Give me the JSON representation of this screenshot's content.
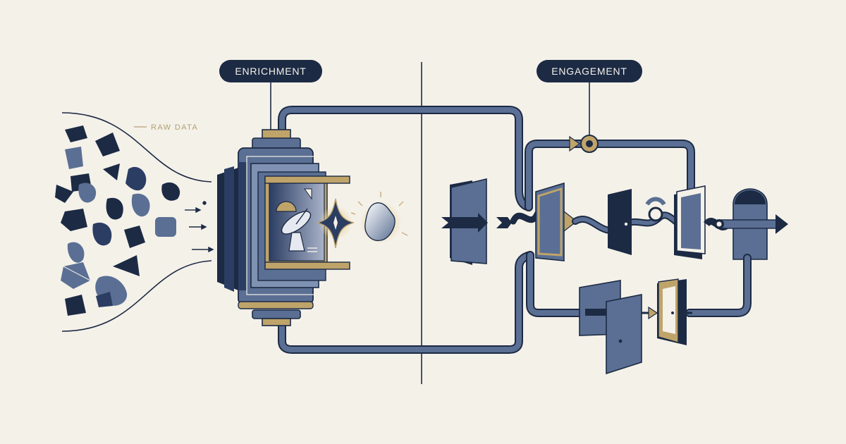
{
  "labels": {
    "enrichment": "ENRICHMENT",
    "engagement": "ENGAGEMENT",
    "raw_data": "RAW DATA"
  },
  "colors": {
    "background": "#f4f1e9",
    "navy": "#1c2a44",
    "slate": "#5a6f93",
    "slate_light": "#8092b3",
    "gold": "#bfa46a",
    "pill": "#1c2a44"
  },
  "icons": [
    "raw-data-fragment-icon",
    "enrichment-machine-icon",
    "satellite-dish-icon",
    "sparkle-icon",
    "gem-icon",
    "door-icon",
    "valve-icon",
    "arrow-icon"
  ]
}
